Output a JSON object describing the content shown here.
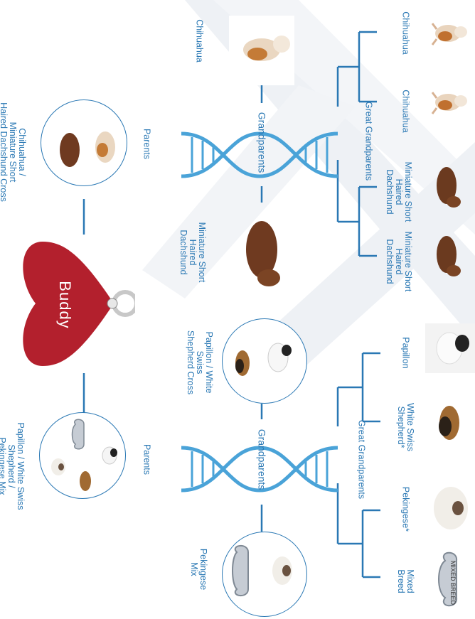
{
  "theme": {
    "line_color": "#2a78b4",
    "dna_color": "#4aa3d8",
    "heart_color": "#b3202d"
  },
  "pet_name": "Buddy",
  "left_family": {
    "great_grandparents_label": "Great Grandparents",
    "grandparents_label": "Grandparents",
    "parents_label": "Parents",
    "great_grandparents": [
      {
        "label": "Chihuahua",
        "icon": "chihuahua-photo"
      },
      {
        "label": "Chihuahua",
        "icon": "chihuahua-photo"
      },
      {
        "label": "Miniature Short\nHaired\nDachshund",
        "icon": "dachshund-photo"
      },
      {
        "label": "Miniature Short\nHaired\nDachshund",
        "icon": "dachshund-photo"
      }
    ],
    "grandparents": [
      {
        "label": "Chihuahua"
      },
      {
        "label": "Miniature Short\nHaired\nDachshund"
      }
    ],
    "parent": {
      "label": "Chihuahua /\nMiniature Short\nHaired Dachshund Cross"
    }
  },
  "right_family": {
    "great_grandparents_label": "Great Grandparents",
    "grandparents_label": "Grandparents",
    "parents_label": "Parents",
    "great_grandparents": [
      {
        "label": "Papillon",
        "icon": "papillon-photo"
      },
      {
        "label": "White Swiss\nShepherd*",
        "icon": "shepherd-photo"
      },
      {
        "label": "Pekingese*",
        "icon": "pekingese-photo"
      },
      {
        "label": "Mixed\nBreed",
        "icon": "mixed-breed-tag"
      }
    ],
    "grandparents": [
      {
        "label": "Papillon / White\nSwiss\nShepherd Cross"
      },
      {
        "label": "Pekingese\nMix"
      }
    ],
    "parent": {
      "label": "Papillon / White Swiss\nShepherd /\nPekingese Mix"
    }
  },
  "mixed_breed_tag_text": "MIXED BREED"
}
